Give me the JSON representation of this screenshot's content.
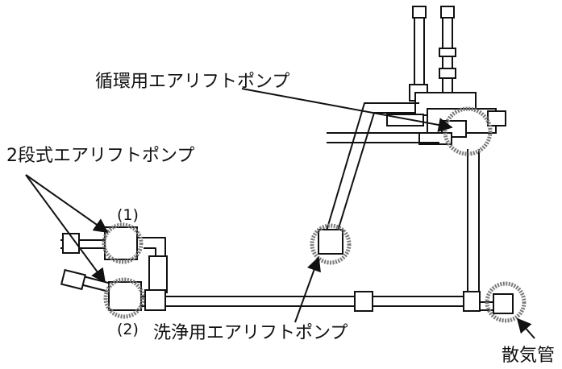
{
  "labels": {
    "circulation_pump": "循環用エアリフトポンプ",
    "two_stage_pump": "2段式エアリフトポンプ",
    "marker_1": "(1)",
    "marker_2": "(2)",
    "washing_pump": "洗浄用エアリフトポンプ",
    "diffuser": "散気管"
  },
  "colors": {
    "line": "#111111",
    "highlight_ring": "#7a7a7a",
    "background": "#ffffff"
  }
}
